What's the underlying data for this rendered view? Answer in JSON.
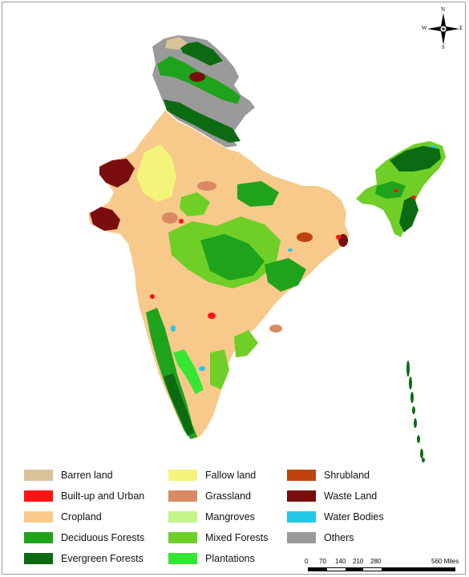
{
  "map": {
    "colors": {
      "cropland": "#f7c98b",
      "deciduous": "#1fa31c",
      "evergreen": "#0c6a12",
      "mixed": "#6fcf26",
      "fallow": "#f4f47a",
      "waste": "#7a0e0e",
      "shrub": "#c0420f",
      "grass": "#d98a63",
      "barren": "#d9c29a",
      "others": "#9a9a9a",
      "water": "#25c7e6",
      "urban": "#ff1414",
      "mangroves": "#c3f48a",
      "plantations": "#35e632"
    }
  },
  "compass": {
    "n": "N",
    "s": "S",
    "e": "E",
    "w": "W"
  },
  "legend": {
    "items": [
      {
        "label": "Barren land",
        "color": "#d9c29a"
      },
      {
        "label": "Built-up and Urban",
        "color": "#ff1414"
      },
      {
        "label": "Cropland",
        "color": "#f7c98b"
      },
      {
        "label": "Deciduous Forests",
        "color": "#1fa31c"
      },
      {
        "label": "Evergreen Forests",
        "color": "#0c6a12"
      },
      {
        "label": "Fallow land",
        "color": "#f4f47a"
      },
      {
        "label": "Grassland",
        "color": "#d98a63"
      },
      {
        "label": "Mangroves",
        "color": "#c3f48a"
      },
      {
        "label": "Mixed Forests",
        "color": "#6fcf26"
      },
      {
        "label": "Plantations",
        "color": "#35e632"
      },
      {
        "label": "Shrubland",
        "color": "#c0420f"
      },
      {
        "label": "Waste Land",
        "color": "#7a0e0e"
      },
      {
        "label": "Water Bodies",
        "color": "#25c7e6"
      },
      {
        "label": "Others",
        "color": "#9a9a9a"
      }
    ]
  },
  "scale": {
    "ticks": [
      "0",
      "70",
      "140",
      "210",
      "280",
      "560 Miles"
    ]
  }
}
